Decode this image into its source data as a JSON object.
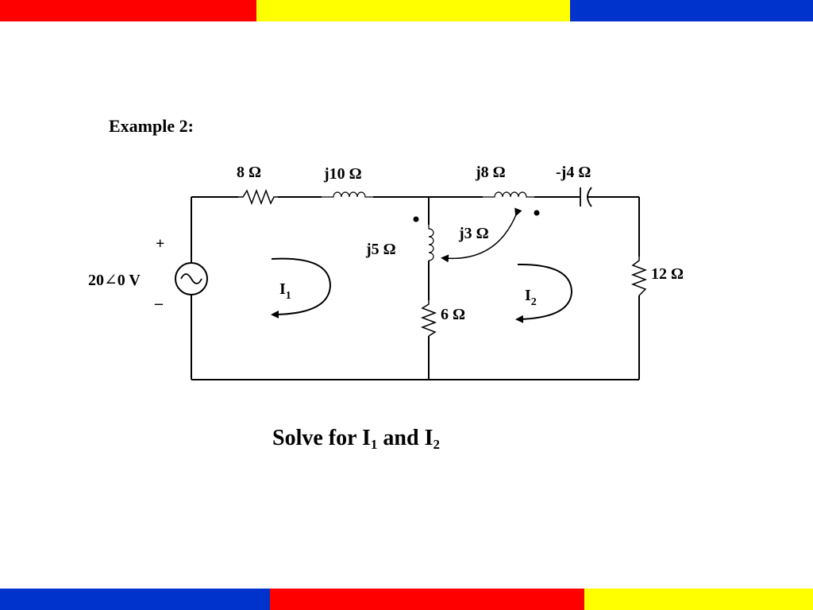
{
  "colors": {
    "red": "#ff0000",
    "yellow": "#ffff00",
    "blue": "#0033cc",
    "wire": "#000000"
  },
  "top_bar": [
    "red",
    "yellow",
    "blue"
  ],
  "bottom_bar": [
    "blue",
    "red",
    "yellow"
  ],
  "title": "Example 2:",
  "components": {
    "r8": "8 Ω",
    "l10": "j10 Ω",
    "l8": "j8 Ω",
    "c4": "-j4 Ω",
    "l5": "j5 Ω",
    "m3": "j3 Ω",
    "r6": "6 Ω",
    "r12": "12 Ω"
  },
  "source": {
    "plus": "+",
    "minus": "–",
    "magnitude": "20",
    "angle_symbol": "∠",
    "angle_value": "0 V"
  },
  "currents": {
    "i1_main": "I",
    "i1_sub": "1",
    "i2_main": "I",
    "i2_sub": "2"
  },
  "question": {
    "prefix": "Solve for I",
    "sub1": "1",
    "mid": " and I",
    "sub2": "2"
  }
}
